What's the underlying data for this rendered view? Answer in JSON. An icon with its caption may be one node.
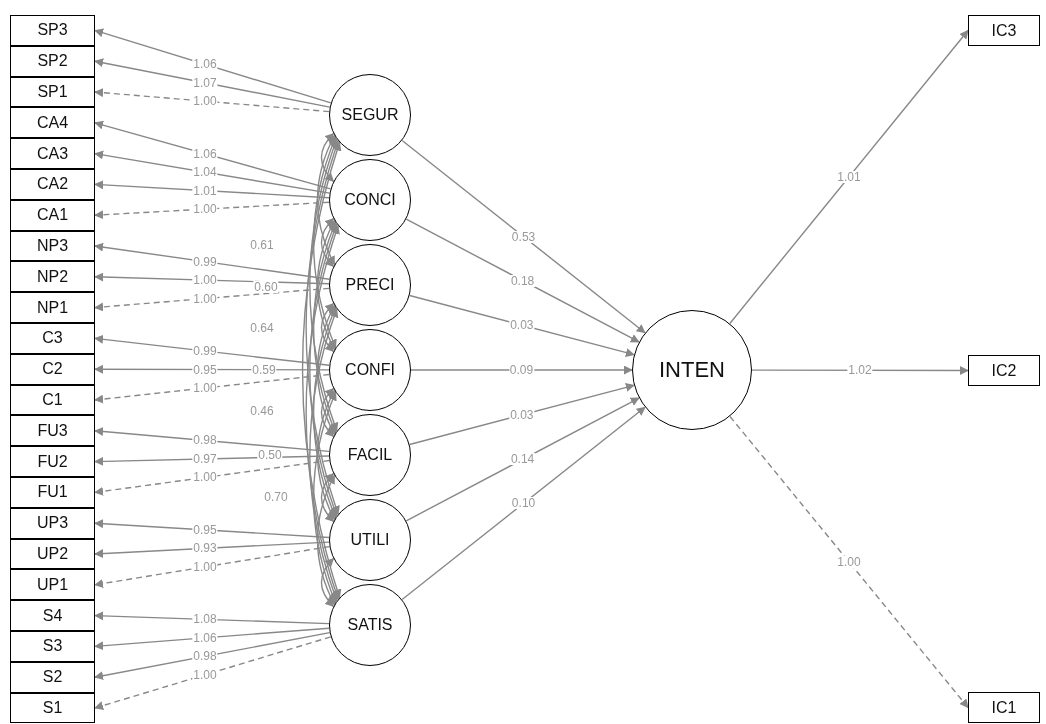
{
  "diagram": {
    "nodes": [
      {
        "text": [
          "SP3"
        ]
      },
      {
        "text": [
          "SP2"
        ]
      },
      {
        "text": [
          "SP1"
        ]
      },
      {
        "text": [
          "CA4"
        ]
      },
      {
        "text": [
          "CA3"
        ]
      },
      {
        "text": [
          "CA2"
        ]
      },
      {
        "text": [
          "CA1"
        ]
      },
      {
        "text": [
          "NP3"
        ]
      },
      {
        "text": [
          "NP2"
        ]
      },
      {
        "text": [
          "NP1"
        ]
      },
      {
        "text": [
          "C3"
        ]
      },
      {
        "text": [
          "C2"
        ]
      },
      {
        "text": [
          "C1"
        ]
      },
      {
        "text": [
          "FU3"
        ]
      },
      {
        "text": [
          "FU2"
        ]
      },
      {
        "text": [
          "FU1"
        ]
      },
      {
        "text": [
          "UP3"
        ]
      },
      {
        "text": [
          "UP2"
        ]
      },
      {
        "text": [
          "UP1"
        ]
      },
      {
        "text": [
          "S4"
        ]
      },
      {
        "text": [
          "S3"
        ]
      },
      {
        "text": [
          "S2"
        ]
      },
      {
        "text": [
          "S1"
        ]
      },
      {
        "text": [
          "SEGUR"
        ]
      },
      {
        "text": [
          "CONCI"
        ]
      },
      {
        "text": [
          "PRECI"
        ]
      },
      {
        "text": [
          "CONFI"
        ]
      },
      {
        "text": [
          "FACIL"
        ]
      },
      {
        "text": [
          "UTILI"
        ]
      },
      {
        "text": [
          "SATIS"
        ]
      },
      {
        "text": [
          "INTEN"
        ]
      },
      {
        "text": [
          "IC3"
        ]
      },
      {
        "text": [
          "IC2"
        ]
      },
      {
        "text": [
          "IC1"
        ]
      }
    ],
    "edges": [
      {
        "from": 23,
        "to": 0,
        "arrow": "to",
        "label": "1.06"
      },
      {
        "from": 23,
        "to": 1,
        "arrow": "to",
        "label": "1.07"
      },
      {
        "from": 23,
        "to": 2,
        "arrow": "to",
        "label": "1.00",
        "style": "dashed"
      },
      {
        "from": 24,
        "to": 3,
        "arrow": "to",
        "label": "1.06"
      },
      {
        "from": 24,
        "to": 4,
        "arrow": "to",
        "label": "1.04"
      },
      {
        "from": 24,
        "to": 5,
        "arrow": "to",
        "label": "1.01"
      },
      {
        "from": 24,
        "to": 6,
        "arrow": "to",
        "label": "1.00",
        "style": "dashed"
      },
      {
        "from": 25,
        "to": 7,
        "arrow": "to",
        "label": "0.99"
      },
      {
        "from": 25,
        "to": 8,
        "arrow": "to",
        "label": "1.00"
      },
      {
        "from": 25,
        "to": 9,
        "arrow": "to",
        "label": "1.00",
        "style": "dashed"
      },
      {
        "from": 26,
        "to": 10,
        "arrow": "to",
        "label": "0.99"
      },
      {
        "from": 26,
        "to": 11,
        "arrow": "to",
        "label": "0.95"
      },
      {
        "from": 26,
        "to": 12,
        "arrow": "to",
        "label": "1.00",
        "style": "dashed"
      },
      {
        "from": 27,
        "to": 13,
        "arrow": "to",
        "label": "0.98"
      },
      {
        "from": 27,
        "to": 14,
        "arrow": "to",
        "label": "0.97"
      },
      {
        "from": 27,
        "to": 15,
        "arrow": "to",
        "label": "1.00",
        "style": "dashed"
      },
      {
        "from": 28,
        "to": 16,
        "arrow": "to",
        "label": "0.95"
      },
      {
        "from": 28,
        "to": 17,
        "arrow": "to",
        "label": "0.93"
      },
      {
        "from": 28,
        "to": 18,
        "arrow": "to",
        "label": "1.00",
        "style": "dashed"
      },
      {
        "from": 29,
        "to": 19,
        "arrow": "to",
        "label": "1.08"
      },
      {
        "from": 29,
        "to": 20,
        "arrow": "to",
        "label": "1.06"
      },
      {
        "from": 29,
        "to": 21,
        "arrow": "to",
        "label": "0.98"
      },
      {
        "from": 29,
        "to": 22,
        "arrow": "to",
        "label": "1.00",
        "style": "dashed"
      },
      {
        "from": 23,
        "to": 30,
        "arrow": "to",
        "label": "0.53"
      },
      {
        "from": 24,
        "to": 30,
        "arrow": "to",
        "label": "0.18"
      },
      {
        "from": 25,
        "to": 30,
        "arrow": "to",
        "label": "0.03"
      },
      {
        "from": 26,
        "to": 30,
        "arrow": "to",
        "label": "0.09"
      },
      {
        "from": 27,
        "to": 30,
        "arrow": "to",
        "label": "0.03"
      },
      {
        "from": 28,
        "to": 30,
        "arrow": "to",
        "label": "0.14"
      },
      {
        "from": 29,
        "to": 30,
        "arrow": "to",
        "label": "0.10"
      },
      {
        "from": 30,
        "to": 31,
        "arrow": "to",
        "label": "1.01"
      },
      {
        "from": 30,
        "to": 32,
        "arrow": "to",
        "label": "1.02"
      },
      {
        "from": 30,
        "to": 33,
        "arrow": "to",
        "label": "1.00",
        "style": "dashed"
      },
      {
        "from": 23,
        "to": 24,
        "arrow": "both"
      },
      {
        "from": 23,
        "to": 25,
        "arrow": "both"
      },
      {
        "from": 23,
        "to": 26,
        "arrow": "both"
      },
      {
        "from": 23,
        "to": 27,
        "arrow": "both"
      },
      {
        "from": 23,
        "to": 28,
        "arrow": "both"
      },
      {
        "from": 23,
        "to": 29,
        "arrow": "both"
      },
      {
        "from": 24,
        "to": 25,
        "arrow": "both"
      },
      {
        "from": 24,
        "to": 26,
        "arrow": "both"
      },
      {
        "from": 24,
        "to": 27,
        "arrow": "both"
      },
      {
        "from": 24,
        "to": 28,
        "arrow": "both"
      },
      {
        "from": 24,
        "to": 29,
        "arrow": "both"
      },
      {
        "from": 25,
        "to": 26,
        "arrow": "both"
      },
      {
        "from": 25,
        "to": 27,
        "arrow": "both"
      },
      {
        "from": 25,
        "to": 28,
        "arrow": "both"
      },
      {
        "from": 25,
        "to": 29,
        "arrow": "both"
      },
      {
        "from": 26,
        "to": 27,
        "arrow": "both"
      },
      {
        "from": 26,
        "to": 28,
        "arrow": "both"
      },
      {
        "from": 26,
        "to": 29,
        "arrow": "both"
      },
      {
        "from": 27,
        "to": 28,
        "arrow": "both"
      },
      {
        "from": 27,
        "to": 29,
        "arrow": "both"
      },
      {
        "from": 28,
        "to": 29,
        "arrow": "both"
      }
    ],
    "labels": [
      "0.61",
      "0.60",
      "0.64",
      "0.59",
      "0.46",
      "0.50",
      "0.70"
    ]
  }
}
